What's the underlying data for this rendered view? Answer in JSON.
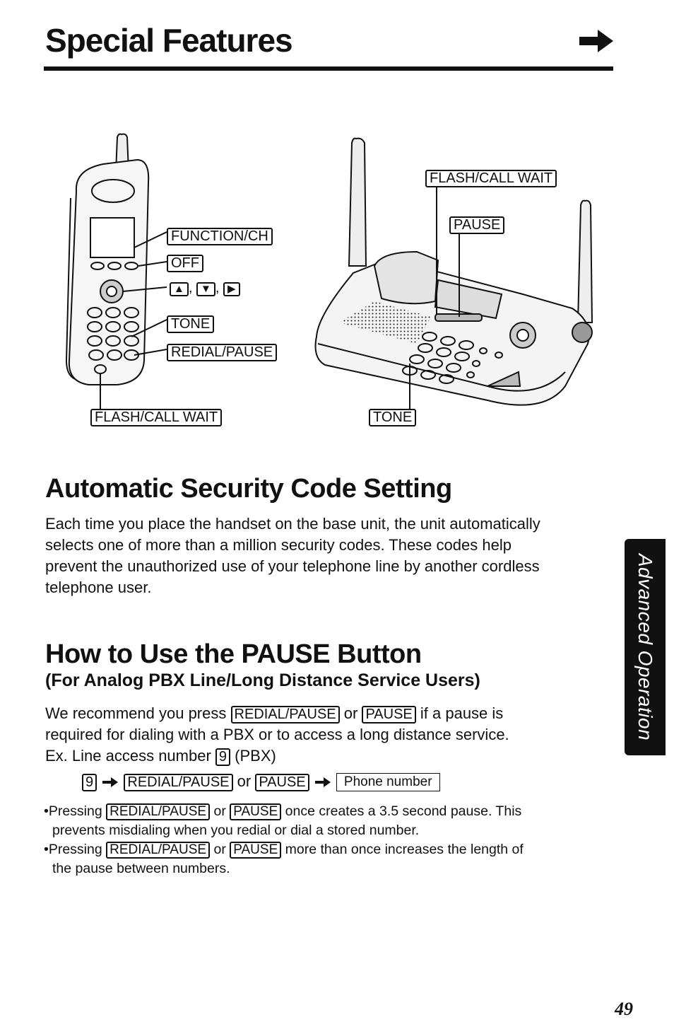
{
  "header": {
    "title": "Special Features"
  },
  "figure": {
    "handset_labels": {
      "function_ch": "FUNCTION/CH",
      "off": "OFF",
      "nav_up": "▲",
      "nav_down": "▼",
      "nav_right": "▶",
      "tone": "TONE",
      "redial_pause": "REDIAL/PAUSE",
      "flash_call_wait": "FLASH/CALL WAIT"
    },
    "base_labels": {
      "flash_call_wait": "FLASH/CALL WAIT",
      "pause": "PAUSE",
      "tone": "TONE"
    }
  },
  "security": {
    "heading": "Automatic Security Code Setting",
    "lines": [
      "Each time you place the handset on the base unit, the unit automatically",
      "selects one of more than a million security codes. These codes help",
      "prevent the unauthorized use of your telephone line by another cordless",
      "telephone user."
    ]
  },
  "pause": {
    "heading": "How to Use the PAUSE Button",
    "subheading": "(For Analog PBX Line/Long Distance Service Users)",
    "p1_a": "We recommend you press",
    "key_redial": "REDIAL/PAUSE",
    "or": "or",
    "key_pause": "PAUSE",
    "p1_b": "if a pause is",
    "p2": "required for dialing with a PBX or to access a long distance service.",
    "ex_a": "Ex.  Line access number",
    "key_9": "9",
    "ex_b": "(PBX)",
    "phone_number": "Phone number",
    "bullet1_a": "•Pressing",
    "bullet1_b": "once creates a 3.5 second pause. This",
    "bullet1_c": "prevents misdialing when you redial or dial a stored number.",
    "bullet2_a": "•Pressing",
    "bullet2_b": "more than once increases the length of",
    "bullet2_c": "the pause between numbers."
  },
  "side_tab": {
    "label": "Advanced Operation"
  },
  "page_number": "49"
}
